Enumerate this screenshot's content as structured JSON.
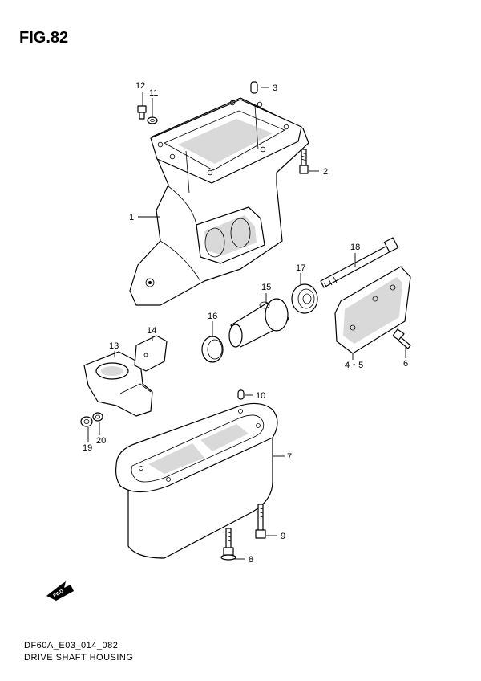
{
  "figure": {
    "title": "FIG.82",
    "code": "DF60A_E03_014_082",
    "name": "DRIVE SHAFT HOUSING"
  },
  "callouts": {
    "c1": "1",
    "c2": "2",
    "c3": "3",
    "c45": "4・5",
    "c6": "6",
    "c7": "7",
    "c8": "8",
    "c9": "9",
    "c10": "10",
    "c11": "11",
    "c12": "12",
    "c13": "13",
    "c14": "14",
    "c15": "15",
    "c16": "16",
    "c17": "17",
    "c18": "18",
    "c19": "19",
    "c20": "20"
  },
  "fwd_label": "FWD"
}
